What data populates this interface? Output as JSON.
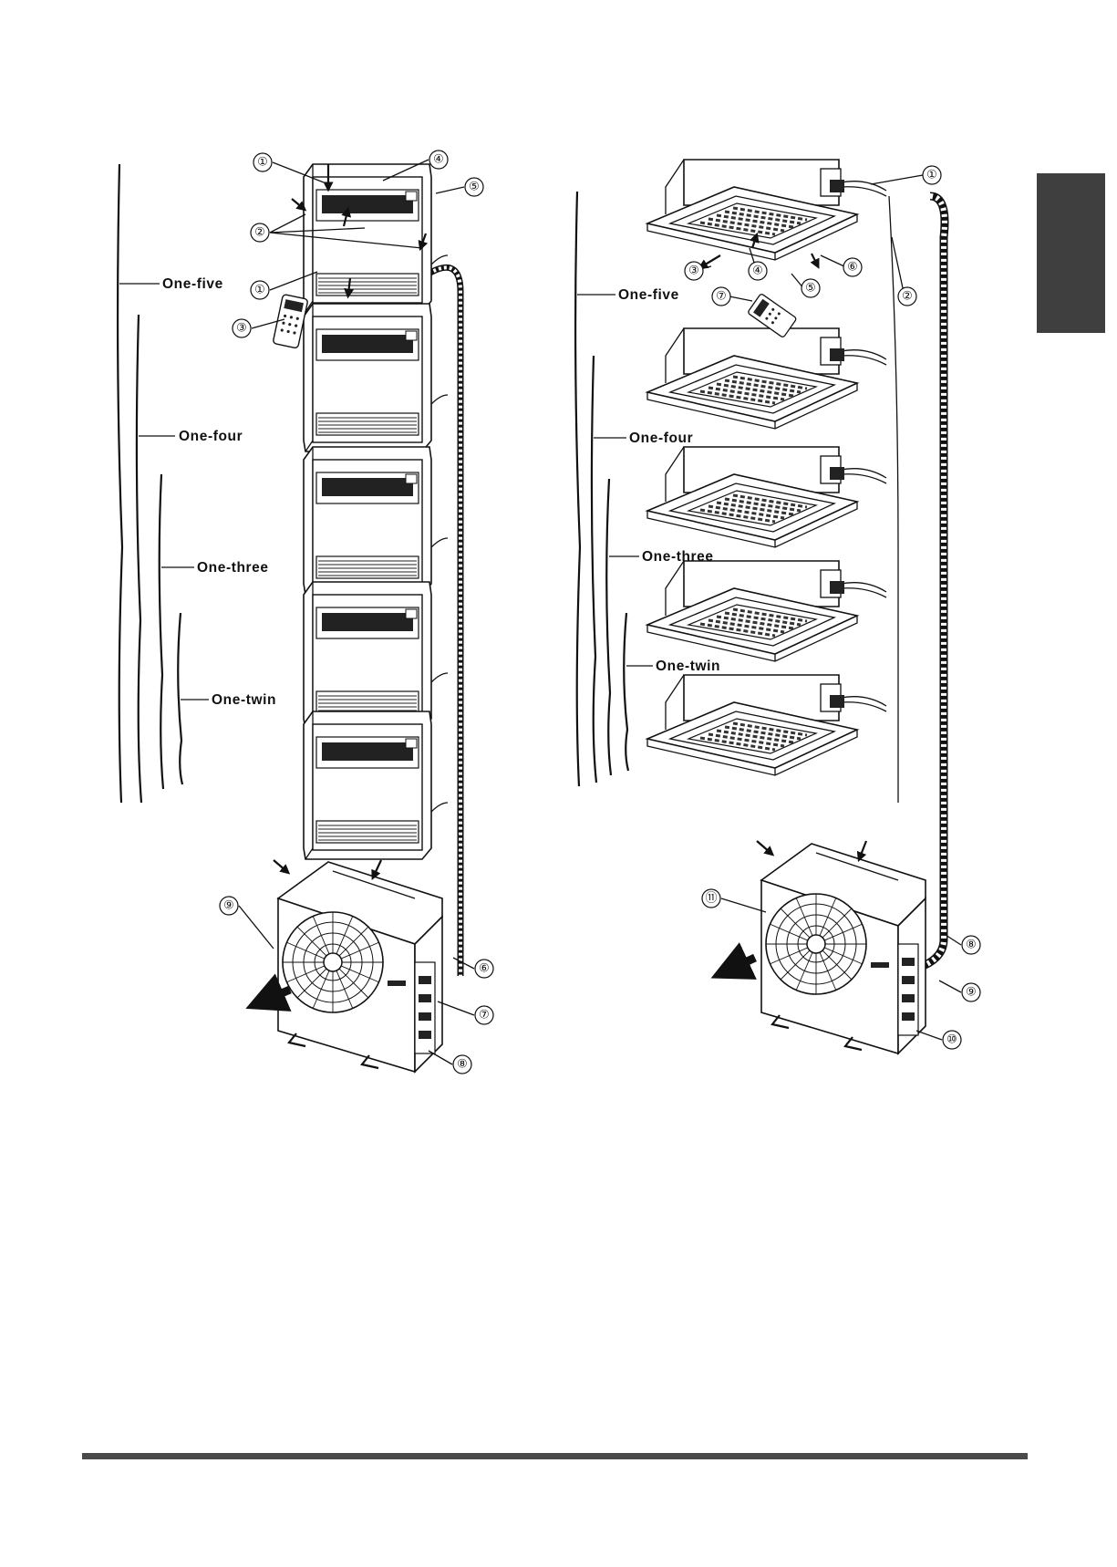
{
  "left_diagram": {
    "brace_labels": [
      "One-five",
      "One-four",
      "One-three",
      "One-twin"
    ],
    "callouts": [
      "①",
      "④",
      "⑤",
      "②",
      "①",
      "③",
      "⑥",
      "⑦",
      "⑧",
      "⑨"
    ]
  },
  "right_diagram": {
    "brace_labels": [
      "One-five",
      "One-four",
      "One-three",
      "One-twin"
    ],
    "callouts": [
      "①",
      "②",
      "③",
      "④",
      "⑤",
      "⑥",
      "⑦",
      "⑧",
      "⑨",
      "⑩",
      "⑪"
    ]
  }
}
